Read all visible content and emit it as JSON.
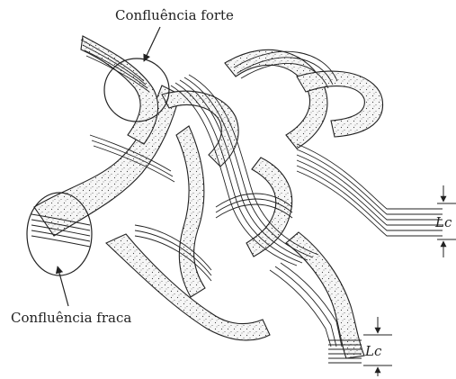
{
  "labels": {
    "strong_confluence": "Confluência forte",
    "weak_confluence": "Confluência fraca",
    "lc_right": "Lc",
    "lc_bottom": "Lc"
  },
  "colors": {
    "ink": "#1a1a1a",
    "paper": "#ffffff",
    "ribbon_fill": "#f4f4f4"
  }
}
